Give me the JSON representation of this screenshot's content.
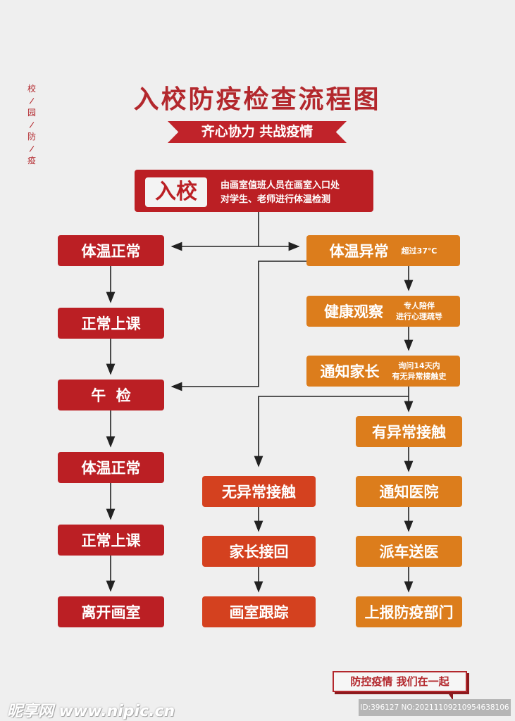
{
  "title": "入校防疫检查流程图",
  "slogan": "齐心协力 共战疫情",
  "side_text": [
    "校",
    "园",
    "防",
    "疫"
  ],
  "start": {
    "label": "入校",
    "note_line1": "由画室值班人员在画室入口处",
    "note_line2": "对学生、老师进行体温检测"
  },
  "left_column": [
    "体温正常",
    "正常上课",
    "午  检",
    "体温正常",
    "正常上课",
    "离开画室"
  ],
  "abnormal": [
    {
      "label": "体温异常",
      "note_line1": "超过37℃",
      "note_line2": ""
    },
    {
      "label": "健康观察",
      "note_line1": "专人陪伴",
      "note_line2": "进行心理疏导"
    },
    {
      "label": "通知家长",
      "note_line1": "询问14天内",
      "note_line2": "有无异常接触史"
    }
  ],
  "no_contact_column": [
    "无异常接触",
    "家长接回",
    "画室跟踪"
  ],
  "contact_column": [
    "有异常接触",
    "通知医院",
    "派车送医",
    "上报防疫部门"
  ],
  "callout": "防控疫情  我们在一起",
  "watermark": "昵享网 www.nipic.cn",
  "id_text": "ID:396127 NO:20211109210954638106",
  "colors": {
    "red": "#bb1f24",
    "orange": "#dc7d1c",
    "mid": "#d4411f",
    "background": "#efefef"
  }
}
